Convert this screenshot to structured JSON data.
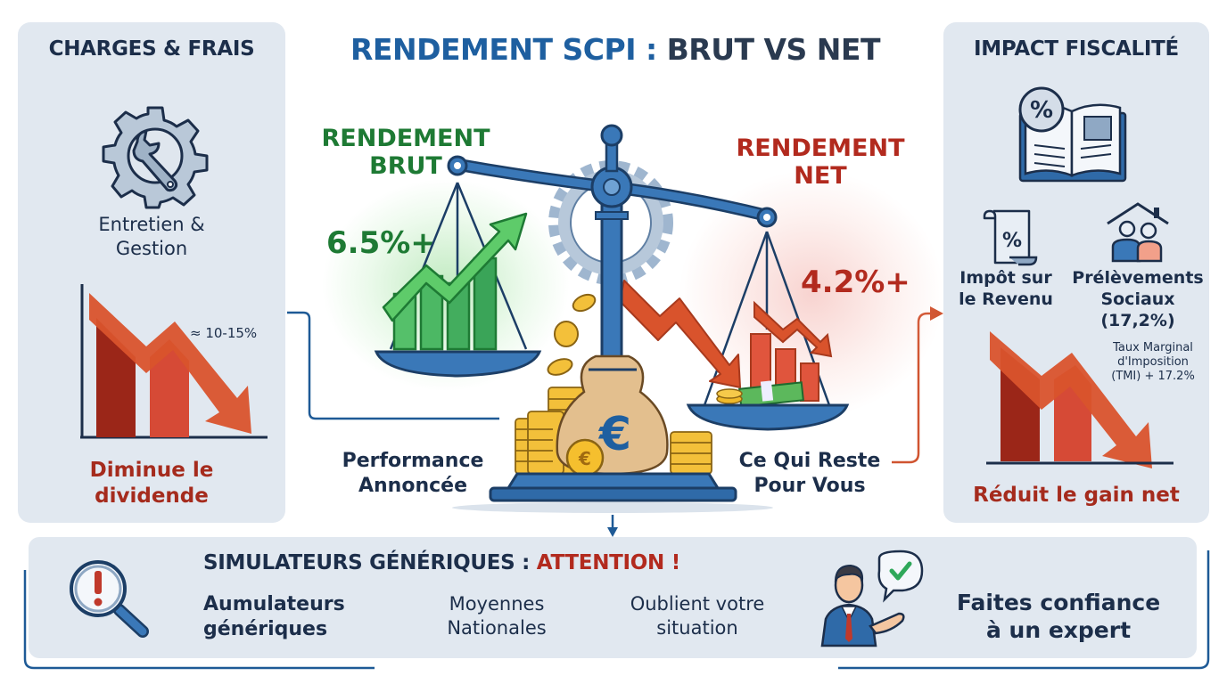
{
  "header": {
    "title_part1": "RENDEMENT SCPI :",
    "title_part2": "BRUT VS NET"
  },
  "left_panel": {
    "title": "CHARGES & FRAIS",
    "icon": "gear-wrench-icon",
    "subtitle_line1": "Entretien &",
    "subtitle_line2": "Gestion",
    "chart_note": "≈ 10-15%",
    "caption_line1": "Diminue le",
    "caption_line2": "dividende"
  },
  "center": {
    "brut": {
      "label_line1": "RENDEMENT",
      "label_line2": "BRUT",
      "value": "6.5%+",
      "caption_line1": "Performance",
      "caption_line2": "Annoncée",
      "color": "#1e7a34"
    },
    "net": {
      "label_line1": "RENDEMENT",
      "label_line2": "NET",
      "value": "4.2%+",
      "caption_line1": "Ce Qui Reste",
      "caption_line2": "Pour Vous",
      "color": "#b22a1e"
    },
    "icons": [
      "balance-scale-icon",
      "money-bag-euro-icon",
      "coin-stack-icon",
      "banknotes-icon"
    ]
  },
  "right_panel": {
    "title": "IMPACT FISCALITÉ",
    "icon": "tax-book-icon",
    "item1_line1": "Impôt sur",
    "item1_line2": "le Revenu",
    "item2_line1": "Prélèvements",
    "item2_line2": "Sociaux (17,2%)",
    "chart_note_line1": "Taux Marginal",
    "chart_note_line2": "d'Imposition",
    "chart_note_line3": "(TMI) + 17.2%",
    "caption": "Réduit le gain net"
  },
  "bottom_panel": {
    "heading_part1": "SIMULATEURS GÉNÉRIQUES :",
    "heading_part2": "ATTENTION !",
    "col1_line1": "Aumulateurs",
    "col1_line2": "génériques",
    "col2_line1": "Moyennes",
    "col2_line2": "Nationales",
    "col3_line1": "Oublient votre",
    "col3_line2": "situation",
    "cta_line1": "Faites confiance",
    "cta_line2": "à un expert"
  },
  "colors": {
    "panel_bg": "#e1e8f0",
    "navy": "#1c2e4a",
    "blue": "#1e5fa0",
    "green": "#1e7a34",
    "red": "#b22a1e",
    "orange": "#d9532c"
  }
}
